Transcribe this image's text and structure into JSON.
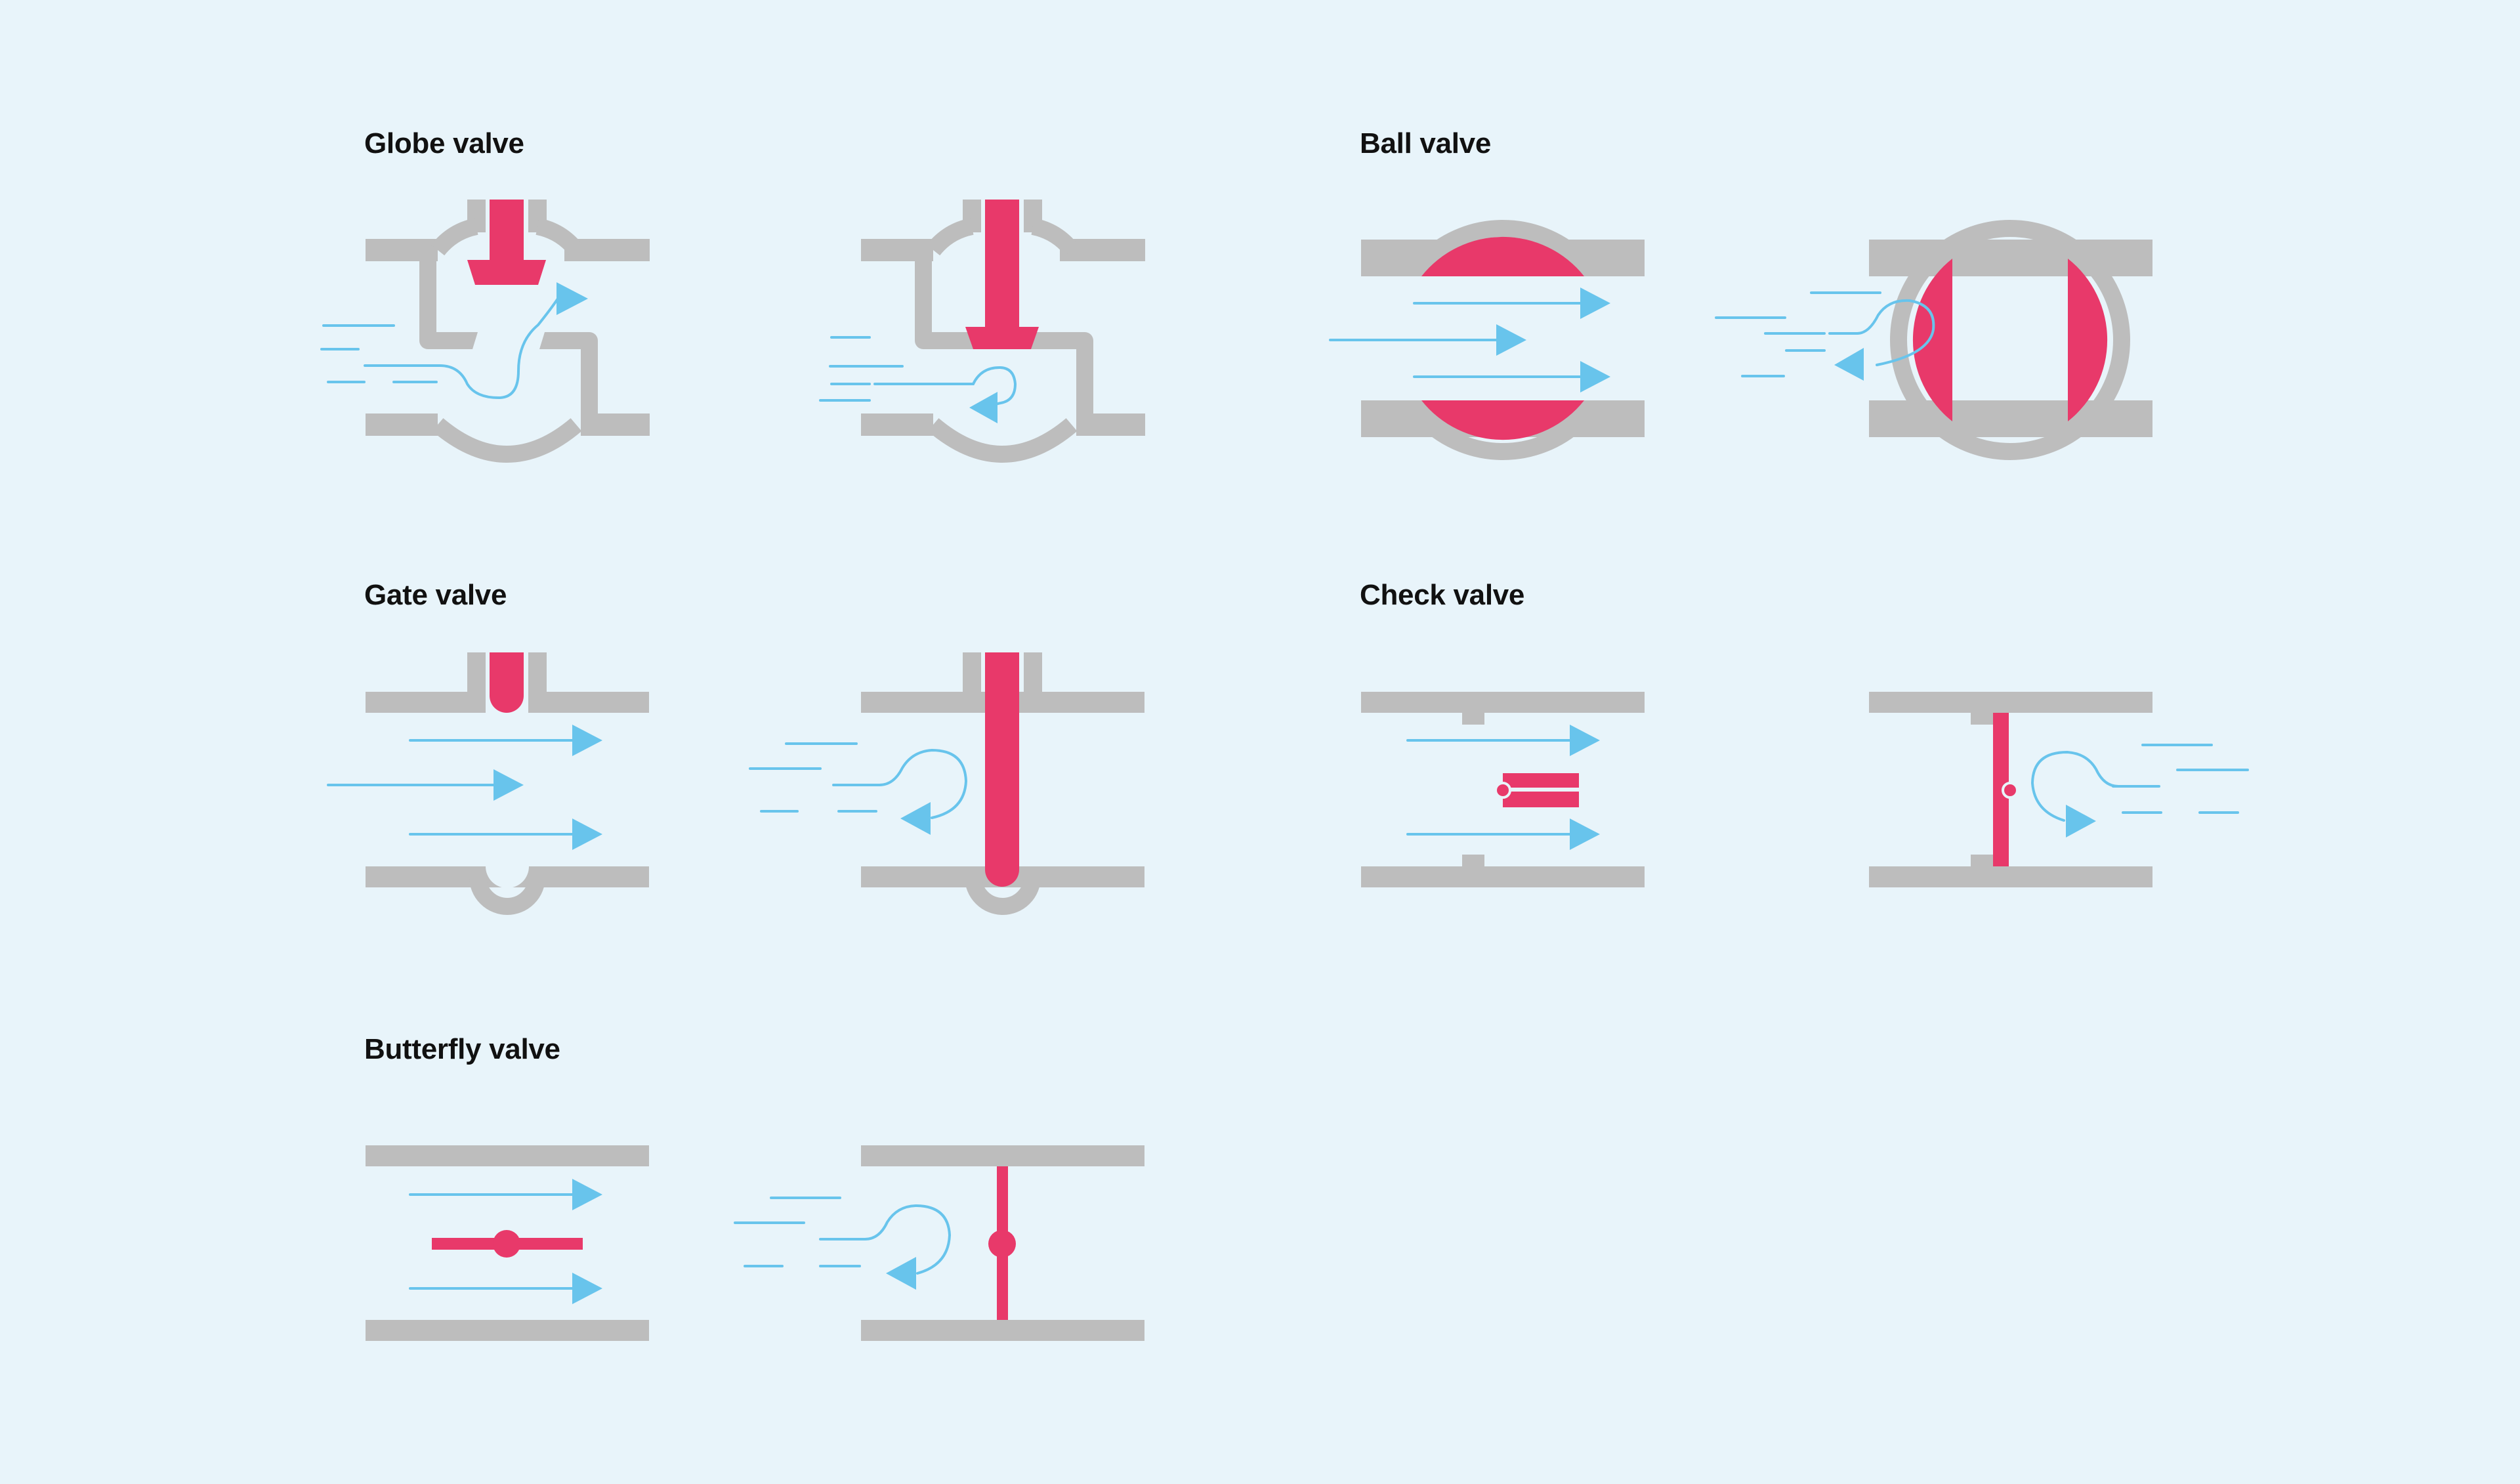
{
  "titles": {
    "globe": "Globe valve",
    "ball": "Ball valve",
    "gate": "Gate valve",
    "check": "Check valve",
    "butterfly": "Butterfly valve"
  },
  "colors": {
    "background": "#e8f4fa",
    "pipe": "#bdbdbd",
    "valve": "#e8396a",
    "flow": "#68c4ec",
    "title": "#111111"
  },
  "states": [
    "open",
    "closed"
  ]
}
